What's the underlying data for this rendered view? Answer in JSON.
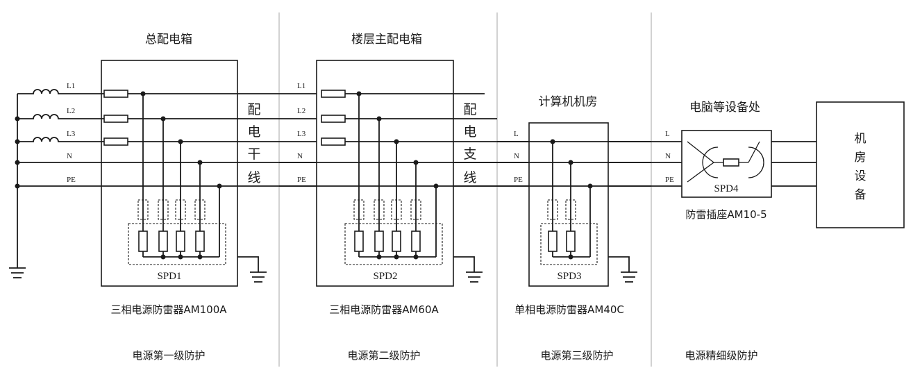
{
  "headers": {
    "main_box": "总配电箱",
    "floor_box": "楼层主配电箱",
    "computer_room": "计算机机房",
    "pc_equipment": "电脑等设备处"
  },
  "line_labels": {
    "l1": "L1",
    "l2": "L2",
    "l3": "L3",
    "n": "N",
    "pe": "PE",
    "l": "L"
  },
  "bus_labels": {
    "trunk": [
      "配",
      "电",
      "干",
      "线"
    ],
    "branch": [
      "配",
      "电",
      "支",
      "线"
    ]
  },
  "spd_labels": {
    "spd1": "SPD1",
    "spd2": "SPD2",
    "spd3": "SPD3",
    "spd4": "SPD4"
  },
  "products": {
    "spd1": "三相电源防雷器AM100A",
    "spd2": "三相电源防雷器AM60A",
    "spd3": "单相电源防雷器AM40C",
    "spd4": "防雷插座AM10-5"
  },
  "equipment_box": [
    "机",
    "房",
    "设",
    "备"
  ],
  "protection_levels": {
    "level1": "电源第一级防护",
    "level2": "电源第二级防护",
    "level3": "电源第三级防护",
    "fine": "电源精细级防护"
  },
  "colors": {
    "line": "#1a1a1a",
    "separator": "#b5b5b5",
    "background": "#ffffff"
  }
}
